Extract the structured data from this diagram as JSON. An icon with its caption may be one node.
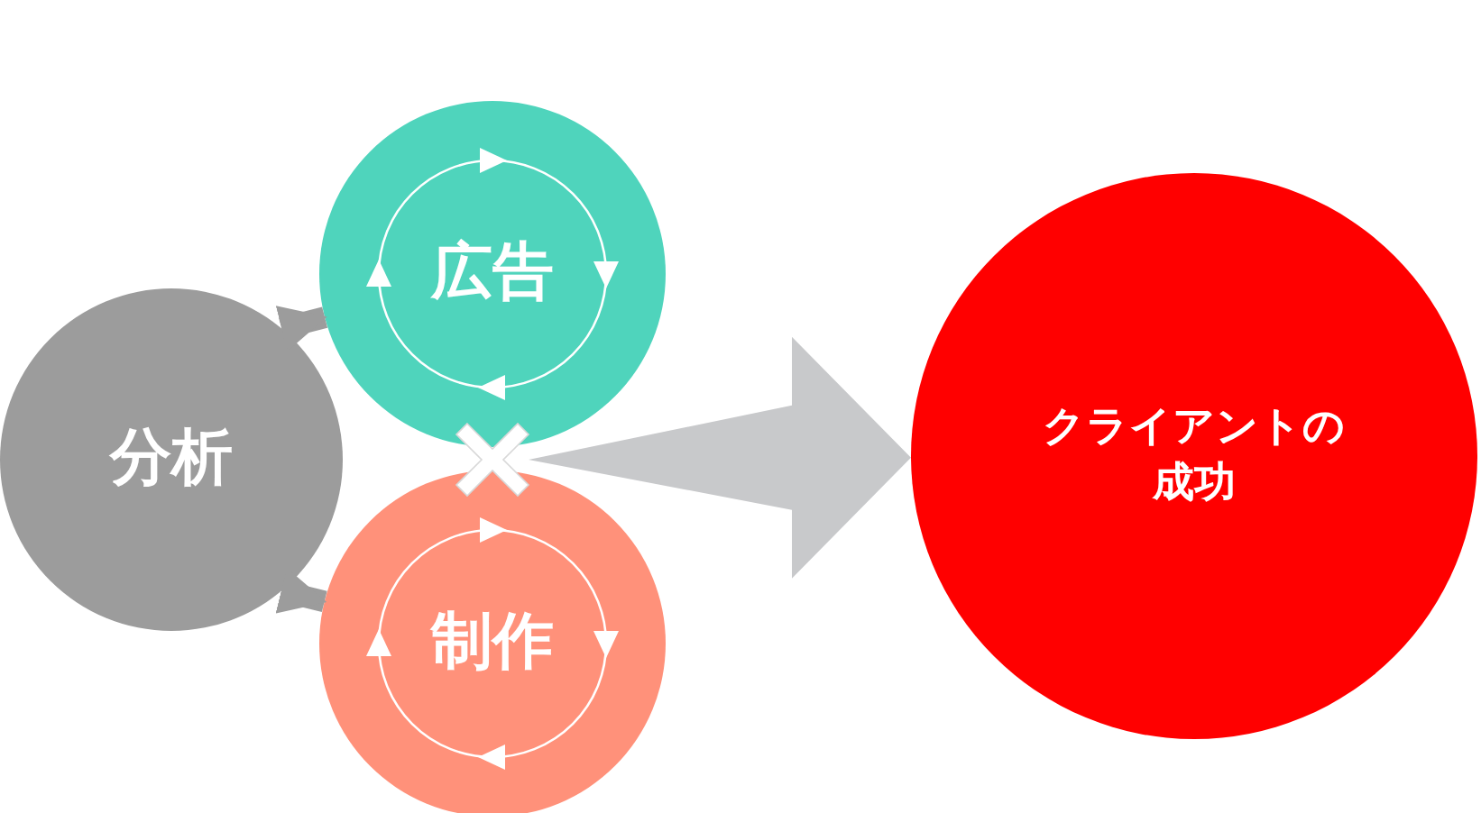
{
  "diagram": {
    "nodes": [
      {
        "text": [
          "分析"
        ]
      },
      {
        "text": [
          "広告"
        ]
      },
      {
        "text": [
          "制作"
        ]
      },
      {
        "text": [],
        "shape": "cross"
      },
      {
        "text": [
          "クライアントの成功"
        ]
      }
    ],
    "edges": [
      {
        "from": 0,
        "to": 1,
        "arrow": "to"
      },
      {
        "from": 0,
        "to": 2,
        "arrow": "to"
      },
      {
        "from": 3,
        "to": 4,
        "arrow": "to",
        "style": "thick",
        "color": "#c8c9cb"
      }
    ]
  }
}
